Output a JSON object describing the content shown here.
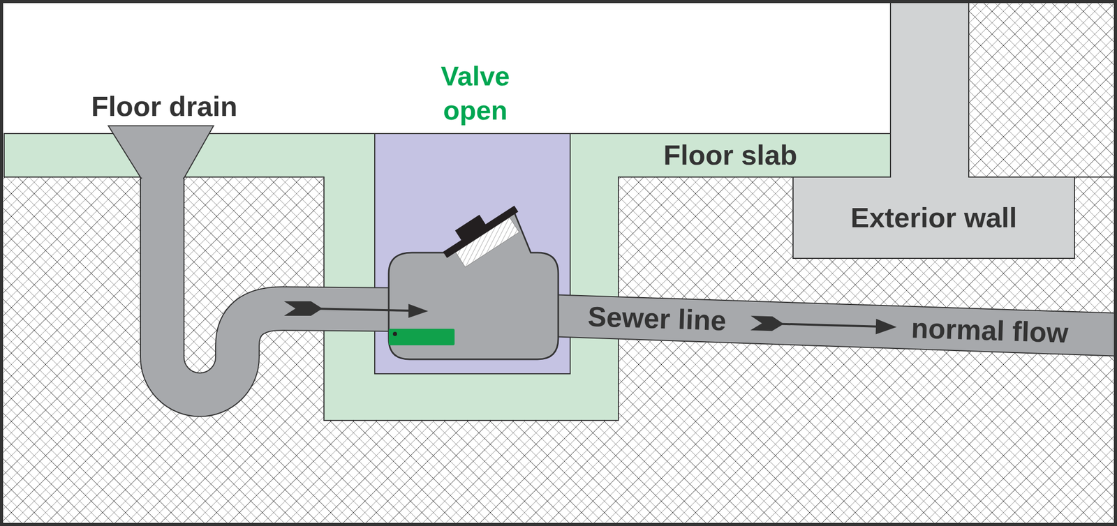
{
  "diagram": {
    "nodes": [
      {
        "text": [
          "Floor slab"
        ]
      },
      {
        "text": [
          "Exterior wall"
        ]
      }
    ],
    "labels": [
      "Floor drain",
      "Valve open",
      "Sewer line",
      "normal flow"
    ]
  }
}
